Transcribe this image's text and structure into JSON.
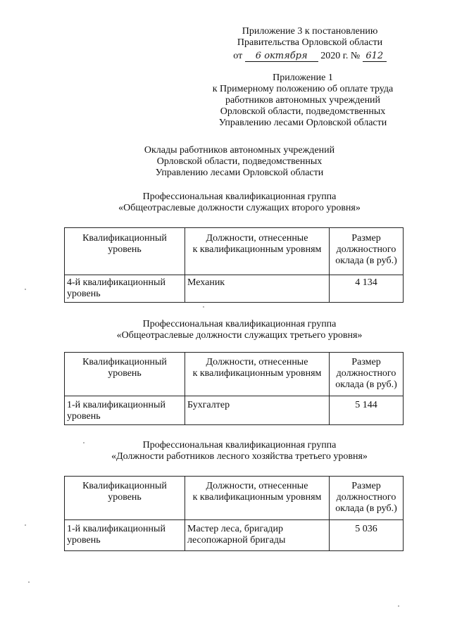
{
  "header": {
    "line1": "Приложение 3 к постановлению",
    "line2": "Правительства Орловской области",
    "date_prefix": "от",
    "date_handwritten": "6 октября",
    "date_year": "2020 г. №",
    "number_handwritten": "612"
  },
  "appendix": {
    "lines": [
      "Приложение 1",
      "к Примерному положению об оплате труда",
      "работников автономных учреждений",
      "Орловской области, подведомственных",
      "Управлению лесами Орловской области"
    ]
  },
  "title": {
    "lines": [
      "Оклады работников автономных учреждений",
      "Орловской области, подведомственных",
      "Управлению лесами Орловской области"
    ]
  },
  "table_headers": {
    "col1": [
      "Квалификационный",
      "уровень"
    ],
    "col2": [
      "Должности, отнесенные",
      "к квалификационным уровням"
    ],
    "col3": [
      "Размер",
      "должностного",
      "оклада (в руб.)"
    ]
  },
  "sections": [
    {
      "group_lines": [
        "Профессиональная квалификационная группа",
        "«Общеотраслевые должности служащих второго уровня»"
      ],
      "row": {
        "level": [
          "4-й квалификационный",
          "уровень"
        ],
        "positions": [
          "Механик"
        ],
        "salary": "4 134"
      }
    },
    {
      "group_lines": [
        "Профессиональная квалификационная группа",
        "«Общеотраслевые должности служащих третьего  уровня»"
      ],
      "row": {
        "level": [
          "1-й квалификационный",
          "уровень"
        ],
        "positions": [
          "Бухгалтер"
        ],
        "salary": "5 144"
      }
    },
    {
      "group_lines": [
        "Профессиональная квалификационная группа",
        "«Должности работников лесного хозяйства третьего  уровня»"
      ],
      "row": {
        "level": [
          "1-й квалификационный",
          "уровень"
        ],
        "positions": [
          "Мастер леса, бригадир",
          "лесопожарной бригады"
        ],
        "salary": "5 036"
      }
    }
  ]
}
